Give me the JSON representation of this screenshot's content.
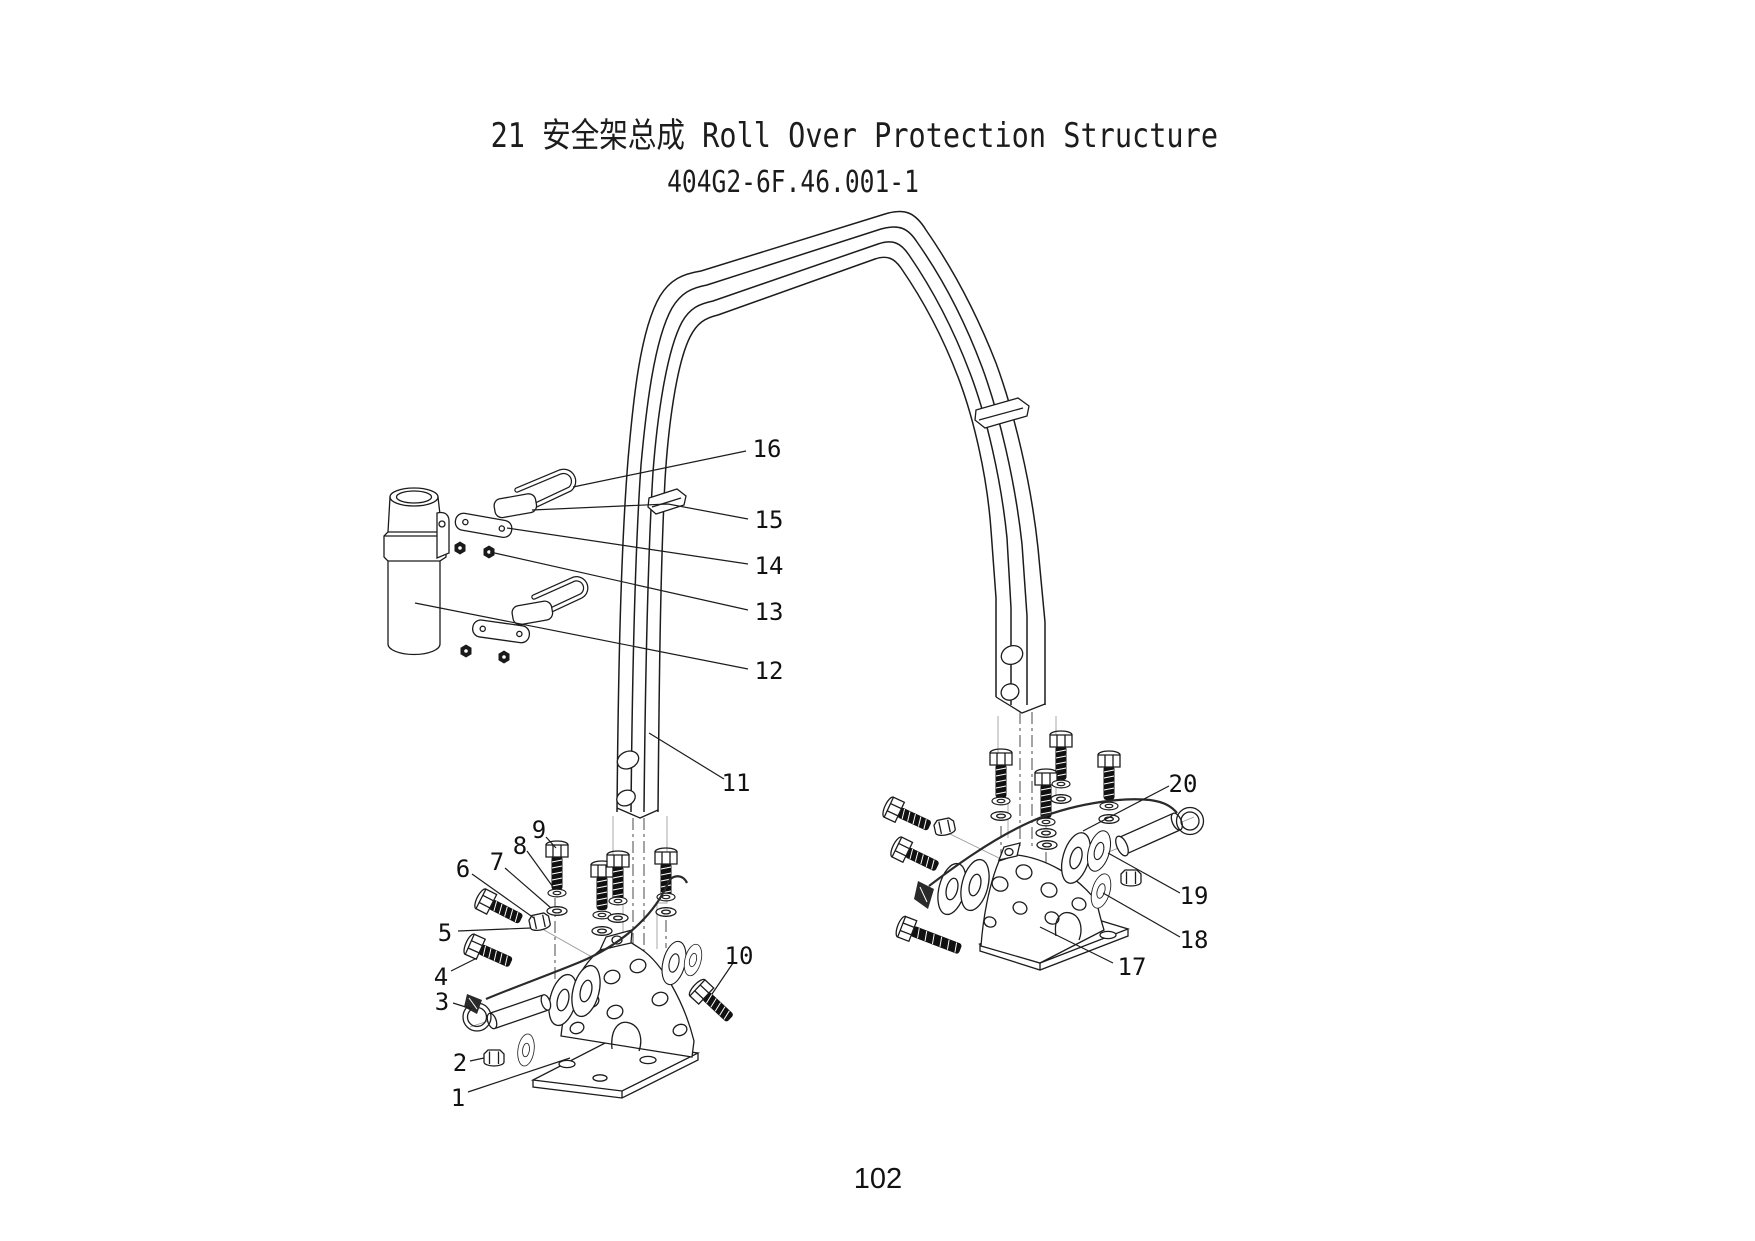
{
  "page": {
    "title": "21 安全架总成 Roll Over Protection Structure",
    "part_number": "404G2-6F.46.001-1",
    "page_number": "102"
  },
  "diagram": {
    "description": "Exploded parts view of roll over protection structure with mounting brackets and fasteners",
    "callouts": [
      "1",
      "2",
      "3",
      "4",
      "5",
      "6",
      "7",
      "8",
      "9",
      "10",
      "11",
      "12",
      "13",
      "14",
      "15",
      "16",
      "17",
      "18",
      "19",
      "20"
    ]
  }
}
